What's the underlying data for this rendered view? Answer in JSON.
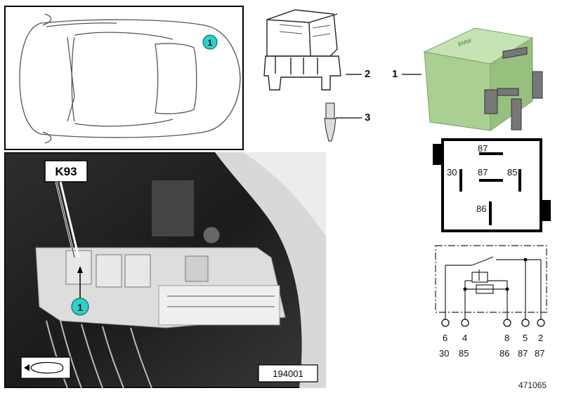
{
  "car_panel": {
    "marker": "1"
  },
  "photo_panel": {
    "component_label": "K93",
    "marker": "1",
    "reference": "194001"
  },
  "callouts": [
    "1",
    "2",
    "3"
  ],
  "relay_schematic": {
    "pins": {
      "top": "87",
      "left": "30",
      "center": "87",
      "right": "85",
      "bottom": "86"
    }
  },
  "circuit_diagram": {
    "terminals": [
      {
        "num": "6",
        "name": "30"
      },
      {
        "num": "4",
        "name": "85"
      },
      {
        "num": "8",
        "name": "86"
      },
      {
        "num": "5",
        "name": "87"
      },
      {
        "num": "2",
        "name": "87"
      }
    ]
  },
  "footer_id": "471065",
  "colors": {
    "relay_green": "#a9cf92",
    "marker_teal": "#2fd0c8"
  }
}
